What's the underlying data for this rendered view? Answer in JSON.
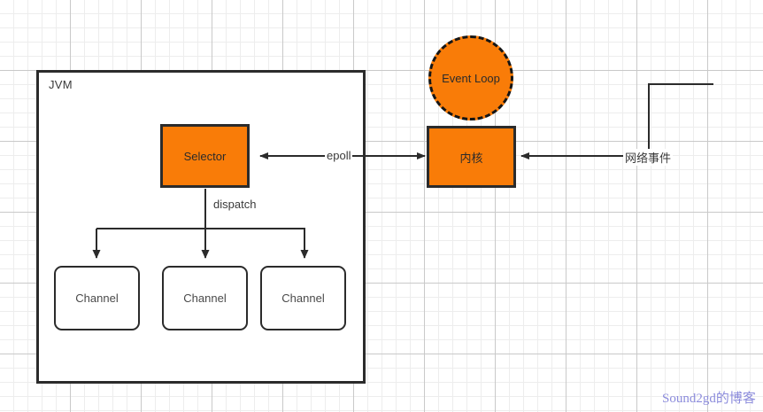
{
  "diagram": {
    "title": "Java NIO Selector / epoll event loop diagram",
    "background": {
      "grid_minor_color": "#ededed",
      "grid_major_color": "#c9c9c9",
      "page_color": "#ffffff"
    },
    "colors": {
      "accent_orange": "#F97C08",
      "stroke_dark": "#2b2b2b",
      "text": "#3a3a3a",
      "watermark": "#8c8cdc"
    },
    "containers": [
      {
        "id": "jvm",
        "label": "JVM"
      }
    ],
    "nodes": [
      {
        "id": "selector",
        "label": "Selector",
        "shape": "rect",
        "fill": "#F97C08"
      },
      {
        "id": "kernel",
        "label": "内核",
        "shape": "rect",
        "fill": "#F97C08"
      },
      {
        "id": "event-loop",
        "label": "Event Loop",
        "shape": "circle",
        "fill": "#F97C08",
        "border": "dashed"
      },
      {
        "id": "channel-1",
        "label": "Channel",
        "shape": "rounded-rect",
        "fill": "#ffffff"
      },
      {
        "id": "channel-2",
        "label": "Channel",
        "shape": "rounded-rect",
        "fill": "#ffffff"
      },
      {
        "id": "channel-3",
        "label": "Channel",
        "shape": "rounded-rect",
        "fill": "#ffffff"
      }
    ],
    "edges": [
      {
        "id": "epoll",
        "label": "epoll",
        "from": "kernel",
        "to": "selector",
        "arrows": "both"
      },
      {
        "id": "dispatch",
        "label": "dispatch",
        "from": "selector",
        "to": "channels",
        "arrows": "to"
      },
      {
        "id": "network",
        "label": "网络事件",
        "from": "network",
        "to": "kernel",
        "arrows": "to"
      }
    ],
    "watermark": "Sound2gd的博客"
  }
}
